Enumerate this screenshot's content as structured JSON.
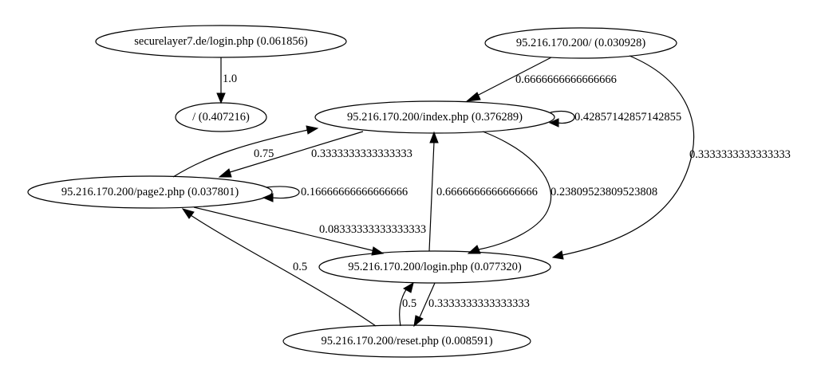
{
  "graph": {
    "type": "directed",
    "nodes": [
      {
        "id": "securelayer7_login",
        "label": "securelayer7.de/login.php (0.061856)",
        "url": "securelayer7.de/login.php",
        "score": 0.061856
      },
      {
        "id": "root",
        "label": "/ (0.407216)",
        "url": "/",
        "score": 0.407216
      },
      {
        "id": "ip_root",
        "label": "95.216.170.200/ (0.030928)",
        "url": "95.216.170.200/",
        "score": 0.030928
      },
      {
        "id": "index",
        "label": "95.216.170.200/index.php (0.376289)",
        "url": "95.216.170.200/index.php",
        "score": 0.376289
      },
      {
        "id": "page2",
        "label": "95.216.170.200/page2.php (0.037801)",
        "url": "95.216.170.200/page2.php",
        "score": 0.037801
      },
      {
        "id": "login",
        "label": "95.216.170.200/login.php (0.077320)",
        "url": "95.216.170.200/login.php",
        "score": 0.07732
      },
      {
        "id": "reset",
        "label": "95.216.170.200/reset.php (0.008591)",
        "url": "95.216.170.200/reset.php",
        "score": 0.008591
      }
    ],
    "edges": [
      {
        "id": "e1",
        "from": "securelayer7_login",
        "to": "root",
        "label": "1.0"
      },
      {
        "id": "e2",
        "from": "ip_root",
        "to": "index",
        "label": "0.6666666666666666"
      },
      {
        "id": "e3",
        "from": "ip_root",
        "to": "login",
        "label": "0.3333333333333333"
      },
      {
        "id": "e4",
        "from": "index",
        "to": "index",
        "label": "0.42857142857142855"
      },
      {
        "id": "e5",
        "from": "index",
        "to": "page2",
        "label": "0.3333333333333333"
      },
      {
        "id": "e6",
        "from": "index",
        "to": "login",
        "label": "0.23809523809523808"
      },
      {
        "id": "e7",
        "from": "page2",
        "to": "index",
        "label": "0.75"
      },
      {
        "id": "e8",
        "from": "page2",
        "to": "page2",
        "label": "0.16666666666666666"
      },
      {
        "id": "e9",
        "from": "page2",
        "to": "login",
        "label": "0.08333333333333333"
      },
      {
        "id": "e10",
        "from": "login",
        "to": "index",
        "label": "0.6666666666666666"
      },
      {
        "id": "e11",
        "from": "login",
        "to": "reset",
        "label": "0.3333333333333333"
      },
      {
        "id": "e12",
        "from": "reset",
        "to": "login",
        "label": "0.5"
      },
      {
        "id": "e13",
        "from": "reset",
        "to": "page2",
        "label": "0.5"
      }
    ]
  }
}
